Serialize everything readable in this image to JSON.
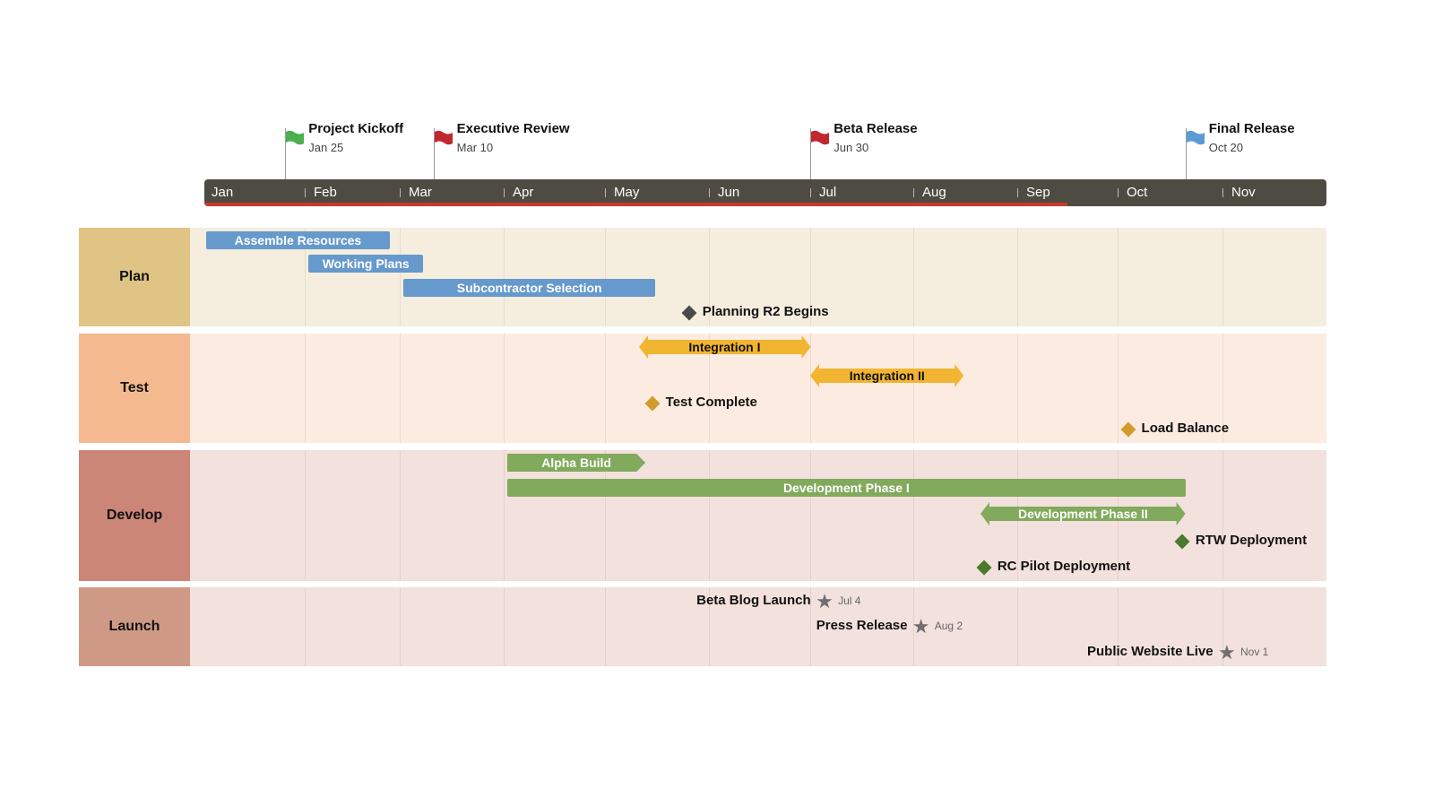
{
  "timeline": {
    "months": [
      "Jan",
      "Feb",
      "Mar",
      "Apr",
      "May",
      "Jun",
      "Jul",
      "Aug",
      "Sep",
      "Oct",
      "Nov"
    ],
    "progress_to": "Sep 15",
    "colors": {
      "bar": "#4e4b43",
      "progress": "#c9392c",
      "month_text": "#ffffff"
    }
  },
  "flags": [
    {
      "title": "Project Kickoff",
      "date": "Jan 25",
      "color": "#4caf50"
    },
    {
      "title": "Executive Review",
      "date": "Mar 10",
      "color": "#c0282d"
    },
    {
      "title": "Beta Release",
      "date": "Jun 30",
      "color": "#c0282d"
    },
    {
      "title": "Final Release",
      "date": "Oct 20",
      "color": "#5b9bd5"
    }
  ],
  "lanes": [
    {
      "label": "Plan",
      "label_color": "#dfc485",
      "body_color": "#f5eedf"
    },
    {
      "label": "Test",
      "label_color": "#f4b98e",
      "body_color": "#fcebe0"
    },
    {
      "label": "Develop",
      "label_color": "#cc8677",
      "body_color": "#f2e1dd"
    },
    {
      "label": "Launch",
      "label_color": "#cf9a85",
      "body_color": "#f2e1dd"
    }
  ],
  "tasks": [
    {
      "lane": "Plan",
      "label": "Assemble Resources",
      "start": "Jan 1",
      "end": "Feb 25",
      "shape": "rect",
      "color": "#6699cc",
      "text_color": "#ffffff"
    },
    {
      "lane": "Plan",
      "label": "Working Plans",
      "start": "Feb 1",
      "end": "Mar 7",
      "shape": "rect",
      "color": "#6699cc",
      "text_color": "#ffffff"
    },
    {
      "lane": "Plan",
      "label": "Subcontractor Selection",
      "start": "Mar 1",
      "end": "May 15",
      "shape": "rect",
      "color": "#6699cc",
      "text_color": "#ffffff"
    },
    {
      "lane": "Test",
      "label": "Integration I",
      "start": "May 10",
      "end": "Jun 30",
      "shape": "double-arrow",
      "color": "#f2b531",
      "text_color": "#111111"
    },
    {
      "lane": "Test",
      "label": "Integration II",
      "start": "Jun 30",
      "end": "Aug 15",
      "shape": "double-arrow",
      "color": "#f2b531",
      "text_color": "#111111"
    },
    {
      "lane": "Develop",
      "label": "Alpha Build",
      "start": "Apr 1",
      "end": "May 12",
      "shape": "right-arrow",
      "color": "#82aa5c",
      "text_color": "#ffffff"
    },
    {
      "lane": "Develop",
      "label": "Development Phase I",
      "start": "Apr 1",
      "end": "Oct 20",
      "shape": "rect",
      "color": "#82aa5c",
      "text_color": "#ffffff"
    },
    {
      "lane": "Develop",
      "label": "Development Phase II",
      "start": "Aug 20",
      "end": "Oct 20",
      "shape": "double-arrow",
      "color": "#82aa5c",
      "text_color": "#ffffff"
    }
  ],
  "milestones": [
    {
      "lane": "Plan",
      "label": "Planning R2 Begins",
      "date": "May 25",
      "color": "#4a4a4a"
    },
    {
      "lane": "Test",
      "label": "Test Complete",
      "date": "May 14",
      "color": "#d39b2e"
    },
    {
      "lane": "Test",
      "label": "Load Balance",
      "date": "Oct 3",
      "color": "#d39b2e"
    },
    {
      "lane": "Develop",
      "label": "RTW Deployment",
      "date": "Oct 19",
      "color": "#4a7a2c"
    },
    {
      "lane": "Develop",
      "label": "RC Pilot Deployment",
      "date": "Aug 21",
      "color": "#4a7a2c"
    }
  ],
  "events": [
    {
      "lane": "Launch",
      "label": "Beta Blog Launch",
      "date": "Jul 4",
      "icon": "star-icon"
    },
    {
      "lane": "Launch",
      "label": "Press Release",
      "date": "Aug 2",
      "icon": "star-icon"
    },
    {
      "lane": "Launch",
      "label": "Public Website Live",
      "date": "Nov 1",
      "icon": "star-icon"
    }
  ]
}
